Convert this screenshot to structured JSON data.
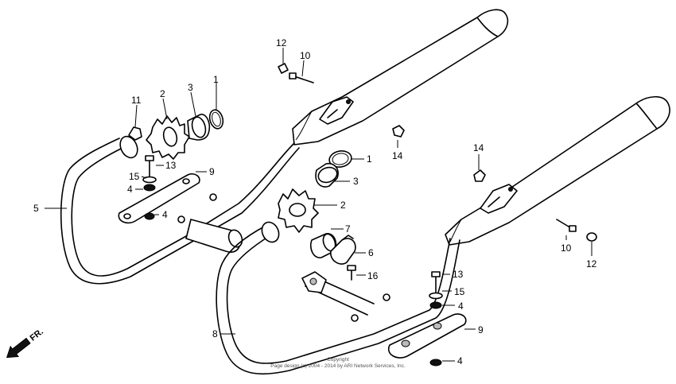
{
  "diagram": {
    "labels": [
      {
        "id": "p1a",
        "text": "1"
      },
      {
        "id": "p2a",
        "text": "2"
      },
      {
        "id": "p3a",
        "text": "3"
      },
      {
        "id": "p11",
        "text": "11"
      },
      {
        "id": "p13a",
        "text": "13"
      },
      {
        "id": "p15a",
        "text": "15"
      },
      {
        "id": "p4a",
        "text": "4"
      },
      {
        "id": "p4b",
        "text": "4"
      },
      {
        "id": "p9a",
        "text": "9"
      },
      {
        "id": "p5",
        "text": "5"
      },
      {
        "id": "p12a",
        "text": "12"
      },
      {
        "id": "p10a",
        "text": "10"
      },
      {
        "id": "p14a",
        "text": "14"
      },
      {
        "id": "p1b",
        "text": "1"
      },
      {
        "id": "p3b",
        "text": "3"
      },
      {
        "id": "p2b",
        "text": "2"
      },
      {
        "id": "p7",
        "text": "7"
      },
      {
        "id": "p6",
        "text": "6"
      },
      {
        "id": "p16",
        "text": "16"
      },
      {
        "id": "p14b",
        "text": "14"
      },
      {
        "id": "p10b",
        "text": "10"
      },
      {
        "id": "p12b",
        "text": "12"
      },
      {
        "id": "p13b",
        "text": "13"
      },
      {
        "id": "p15b",
        "text": "15"
      },
      {
        "id": "p4c",
        "text": "4"
      },
      {
        "id": "p9b",
        "text": "9"
      },
      {
        "id": "p4d",
        "text": "4"
      },
      {
        "id": "p8",
        "text": "8"
      }
    ],
    "front_marker": "FR.",
    "copyright_line1": "Copyright",
    "copyright_line2": "Page design (c) 2004 - 2014 by ARI Network Services, Inc."
  }
}
